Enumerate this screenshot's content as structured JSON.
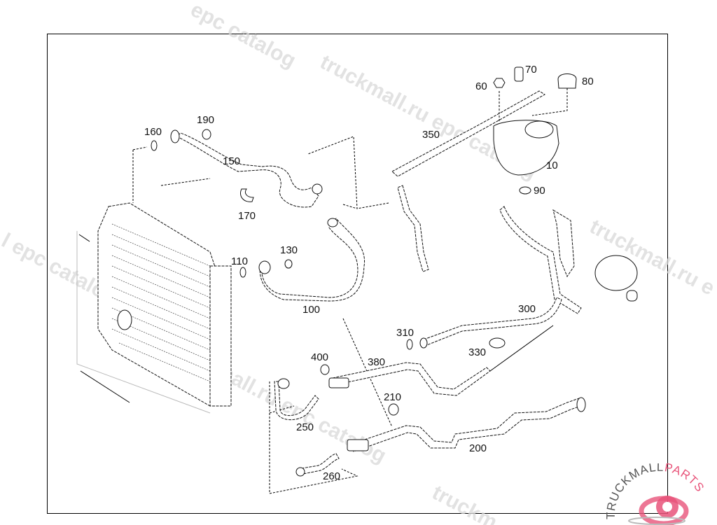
{
  "diagram": {
    "title": "Cooling system — radiator, hoses and expansion tank",
    "callouts": [
      {
        "id": "10",
        "label": "10",
        "part": "expansion-tank"
      },
      {
        "id": "60",
        "label": "60",
        "part": "nut"
      },
      {
        "id": "70",
        "label": "70",
        "part": "sensor"
      },
      {
        "id": "80",
        "label": "80",
        "part": "tank-cap"
      },
      {
        "id": "90",
        "label": "90",
        "part": "rubber-mount"
      },
      {
        "id": "100",
        "label": "100",
        "part": "lower-radiator-hose"
      },
      {
        "id": "110",
        "label": "110",
        "part": "o-ring"
      },
      {
        "id": "130",
        "label": "130",
        "part": "clamp"
      },
      {
        "id": "150",
        "label": "150",
        "part": "upper-radiator-hose"
      },
      {
        "id": "160",
        "label": "160",
        "part": "o-ring"
      },
      {
        "id": "170",
        "label": "170",
        "part": "clip"
      },
      {
        "id": "190",
        "label": "190",
        "part": "clamp"
      },
      {
        "id": "200",
        "label": "200",
        "part": "heater-pipe"
      },
      {
        "id": "210",
        "label": "210",
        "part": "washer"
      },
      {
        "id": "250",
        "label": "250",
        "part": "hose"
      },
      {
        "id": "260",
        "label": "260",
        "part": "hose"
      },
      {
        "id": "300",
        "label": "300",
        "part": "hose"
      },
      {
        "id": "310",
        "label": "310",
        "part": "o-ring"
      },
      {
        "id": "330",
        "label": "330",
        "part": "grommet"
      },
      {
        "id": "350",
        "label": "350",
        "part": "vent-hose"
      },
      {
        "id": "380",
        "label": "380",
        "part": "return-pipe"
      },
      {
        "id": "400",
        "label": "400",
        "part": "washer"
      }
    ]
  },
  "watermarks": {
    "text_1": "epc catalog",
    "text_2": "truckmall.ru epc catalog",
    "text_3": "l epc catalog",
    "text_4": "truckmall.ru e",
    "text_5": "truckmall.ru epc catalog",
    "text_6": "truckm"
  },
  "logo": {
    "word_1": "TRUCKMALL",
    "word_2": "PARTS",
    "color_primary": "#e8547a",
    "color_secondary": "#555555"
  }
}
